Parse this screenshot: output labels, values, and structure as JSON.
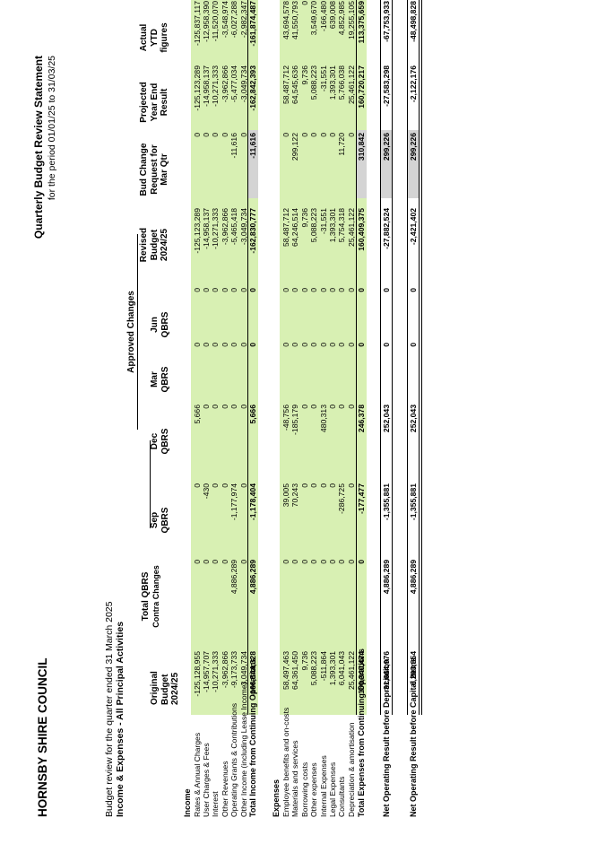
{
  "header": {
    "council": "HORNSBY SHIRE COUNCIL",
    "statement_title": "Quarterly Budget Review Statement",
    "statement_period": "for the period 01/01/25 to 31/03/25",
    "review_line": "Budget review for the quarter ended 31 March 2025",
    "section_title": "Income & Expenses - All Principal Activities"
  },
  "columns": {
    "approved_changes": "Approved Changes",
    "original": [
      "Original",
      "Budget",
      "2024/25"
    ],
    "total_qbrs": [
      "Total QBRS",
      "Contra Changes"
    ],
    "sep": [
      "Sep",
      "QBRS"
    ],
    "dec": [
      "Dec",
      "QBRS"
    ],
    "mar": [
      "Mar",
      "QBRS"
    ],
    "jun": [
      "Jun",
      "QBRS"
    ],
    "revised": [
      "Revised",
      "Budget",
      "2024/25"
    ],
    "bud_change": [
      "Bud Change",
      "Request for",
      "Mar Qtr"
    ],
    "projected": [
      "Projected",
      "Year End",
      "Result"
    ],
    "actual": [
      "Actual",
      "YTD",
      "figures"
    ]
  },
  "sections": {
    "income": "Income",
    "expenses": "Expenses"
  },
  "income_rows": [
    {
      "label": "Rates & Annual Charges",
      "values": [
        "-125,128,955",
        "0",
        "0",
        "5,666",
        "0",
        "0",
        "-125,123,289",
        "0",
        "-125,123,289",
        "-125,837,117"
      ]
    },
    {
      "label": "User Charges & Fees",
      "values": [
        "-14,957,707",
        "0",
        "-430",
        "0",
        "0",
        "0",
        "-14,958,137",
        "0",
        "-14,958,137",
        "-12,958,390"
      ]
    },
    {
      "label": "Interest",
      "values": [
        "-10,271,333",
        "0",
        "0",
        "0",
        "0",
        "0",
        "-10,271,333",
        "0",
        "-10,271,333",
        "-11,520,070"
      ]
    },
    {
      "label": "Other Revenues",
      "values": [
        "-3,962,866",
        "0",
        "0",
        "0",
        "0",
        "0",
        "-3,962,866",
        "0",
        "-3,962,866",
        "-3,548,974"
      ]
    },
    {
      "label": "Operating Grants & Contributions",
      "values": [
        "-9,173,733",
        "4,886,289",
        "-1,177,974",
        "0",
        "0",
        "0",
        "-5,465,418",
        "-11,616",
        "-5,477,034",
        "-6,027,288"
      ]
    },
    {
      "label": "Other Income (including Lease Income)",
      "values": [
        "-3,049,734",
        "0",
        "0",
        "0",
        "0",
        "0",
        "-3,049,734",
        "0",
        "-3,049,734",
        "-2,982,347"
      ]
    }
  ],
  "income_total": {
    "label": "Total Income from Continuing Operations",
    "values": [
      "-166,544,328",
      "4,886,289",
      "-1,178,404",
      "5,666",
      "0",
      "0",
      "-162,830,777",
      "-11,616",
      "-162,842,393",
      "-161,874,487"
    ]
  },
  "expense_rows": [
    {
      "label": "Employee benefits and on-costs",
      "values": [
        "58,497,463",
        "0",
        "39,005",
        "-48,756",
        "0",
        "0",
        "58,487,712",
        "0",
        "58,487,712",
        "43,694,578"
      ]
    },
    {
      "label": "Materials and services",
      "values": [
        "64,361,450",
        "0",
        "70,243",
        "-185,179",
        "0",
        "0",
        "64,246,514",
        "299,122",
        "64,545,636",
        "41,550,793"
      ]
    },
    {
      "label": "Borrowing costs",
      "values": [
        "9,736",
        "0",
        "0",
        "0",
        "0",
        "0",
        "9,736",
        "0",
        "9,736",
        "0"
      ]
    },
    {
      "label": "Other expenses",
      "values": [
        "5,088,223",
        "0",
        "0",
        "0",
        "0",
        "0",
        "5,088,223",
        "0",
        "5,088,223",
        "3,549,670"
      ]
    },
    {
      "label": "Internal Expenses",
      "values": [
        "-511,864",
        "0",
        "0",
        "480,313",
        "0",
        "0",
        "-31,551",
        "0",
        "-31,551",
        "-166,480"
      ]
    },
    {
      "label": "Legal Expenses",
      "values": [
        "1,393,301",
        "0",
        "0",
        "0",
        "0",
        "0",
        "1,393,301",
        "0",
        "1,393,301",
        "639,008"
      ]
    },
    {
      "label": "Consultants",
      "values": [
        "6,041,043",
        "0",
        "-286,725",
        "0",
        "0",
        "0",
        "5,754,318",
        "11,720",
        "5,766,038",
        "4,852,985"
      ]
    },
    {
      "label": "Depreciation & amortisation",
      "values": [
        "25,461,122",
        "0",
        "0",
        "0",
        "0",
        "0",
        "25,461,122",
        "0",
        "25,461,122",
        "19,255,105"
      ]
    }
  ],
  "expense_total": {
    "label": "Total Expenses from Continuing Operations",
    "values": [
      "160,340,474",
      "0",
      "-177,477",
      "246,378",
      "0",
      "0",
      "160,409,375",
      "310,842",
      "160,720,217",
      "113,375,659"
    ]
  },
  "net_before_depreciation": {
    "label": "Net Operating Result before Depreciation",
    "values": [
      "-31,664,976",
      "4,886,289",
      "-1,355,881",
      "252,043",
      "0",
      "0",
      "-27,882,524",
      "299,226",
      "-27,583,298",
      "-67,753,933"
    ]
  },
  "net_before_capital": {
    "label": "Net Operating Result before Capital Items",
    "values": [
      "-6,203,854",
      "4,886,289",
      "-1,355,881",
      "252,043",
      "0",
      "0",
      "-2,421,402",
      "299,226",
      "-2,122,176",
      "-48,498,828"
    ]
  },
  "colors": {
    "green_band": "#d8f0b3",
    "grey_band": "#d4d4d4"
  }
}
